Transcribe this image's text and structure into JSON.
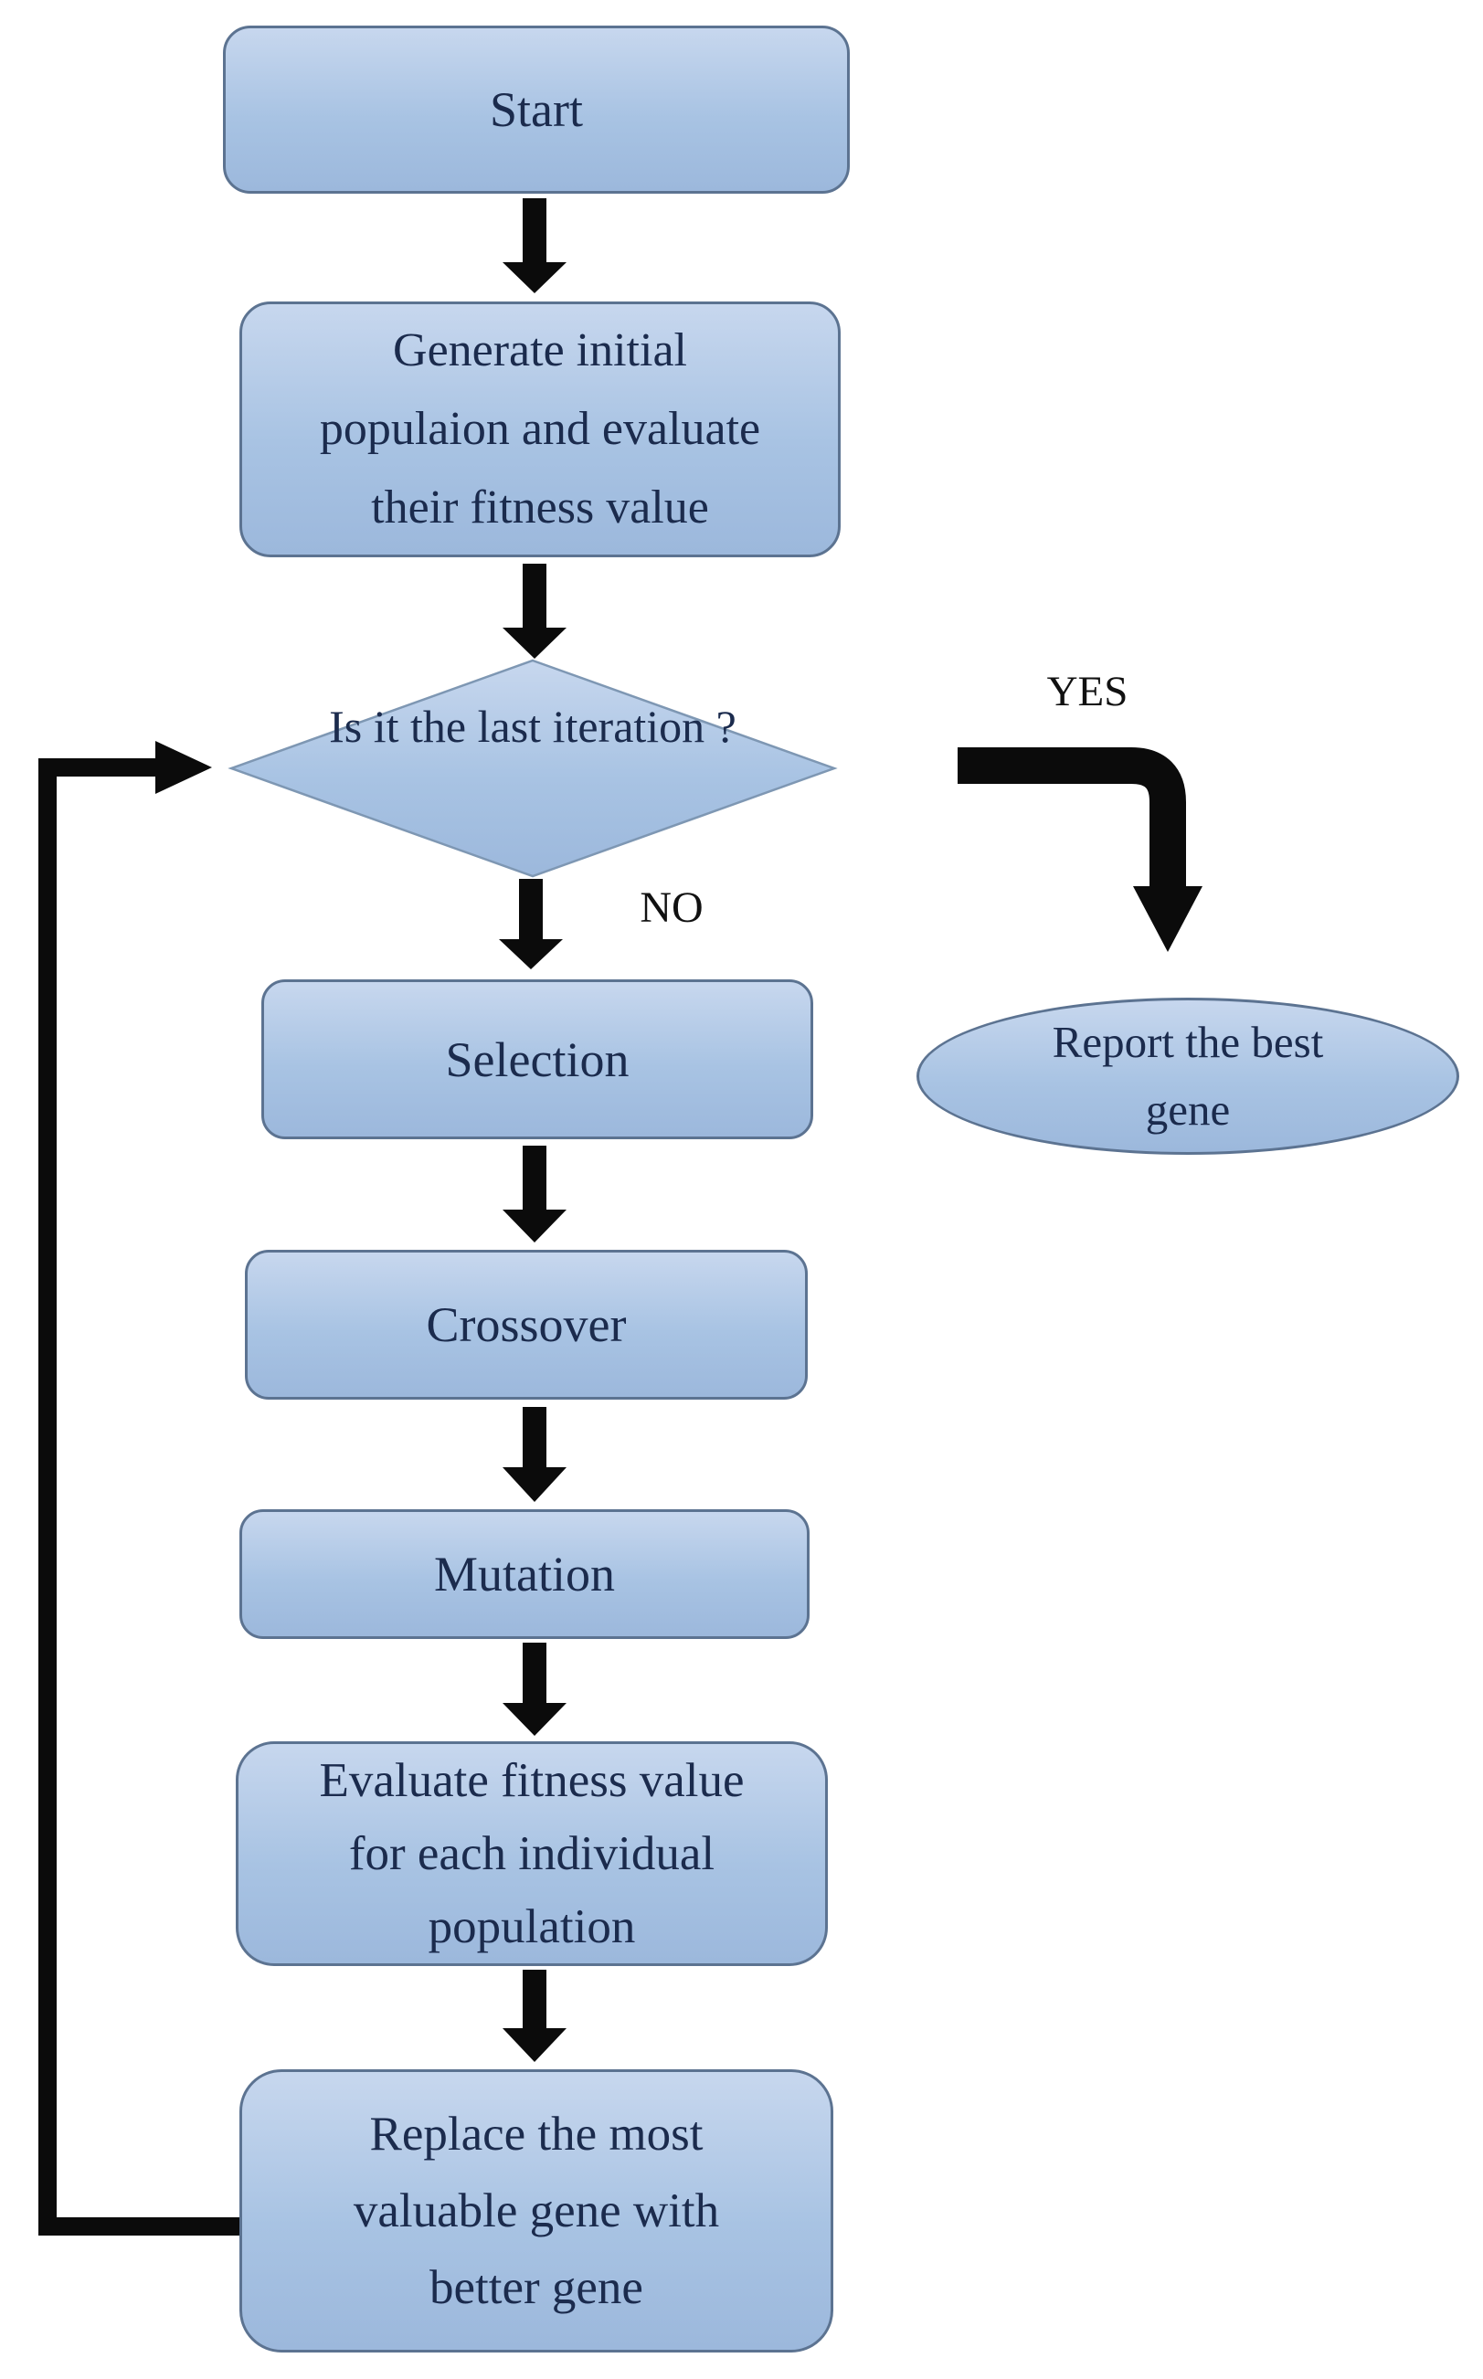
{
  "flowchart": {
    "nodes": {
      "start": {
        "label": "Start"
      },
      "generate": {
        "lines": [
          "Generate initial",
          "populaion and evaluate",
          "their fitness value"
        ]
      },
      "decision": {
        "lines": [
          "Is it the last",
          "iteration ?"
        ]
      },
      "selection": {
        "label": "Selection"
      },
      "crossover": {
        "label": "Crossover"
      },
      "mutation": {
        "label": "Mutation"
      },
      "evaluate": {
        "lines": [
          "Evaluate fitness value",
          "for each individual",
          "population"
        ]
      },
      "replace": {
        "lines": [
          "Replace the most",
          "valuable gene with",
          "better gene"
        ]
      },
      "report": {
        "lines": [
          "Report the best",
          "gene"
        ]
      }
    },
    "edge_labels": {
      "yes": "YES",
      "no": "NO"
    },
    "colors": {
      "node_fill_light": "#c7d7ee",
      "node_fill": "#a8c3e3",
      "node_fill_dark": "#9cb8dc",
      "node_border": "#5c7391",
      "diamond_border": "#7e97b3",
      "text": "#1b2b4d",
      "arrow": "#0b0b0b",
      "background": "#ffffff"
    }
  }
}
